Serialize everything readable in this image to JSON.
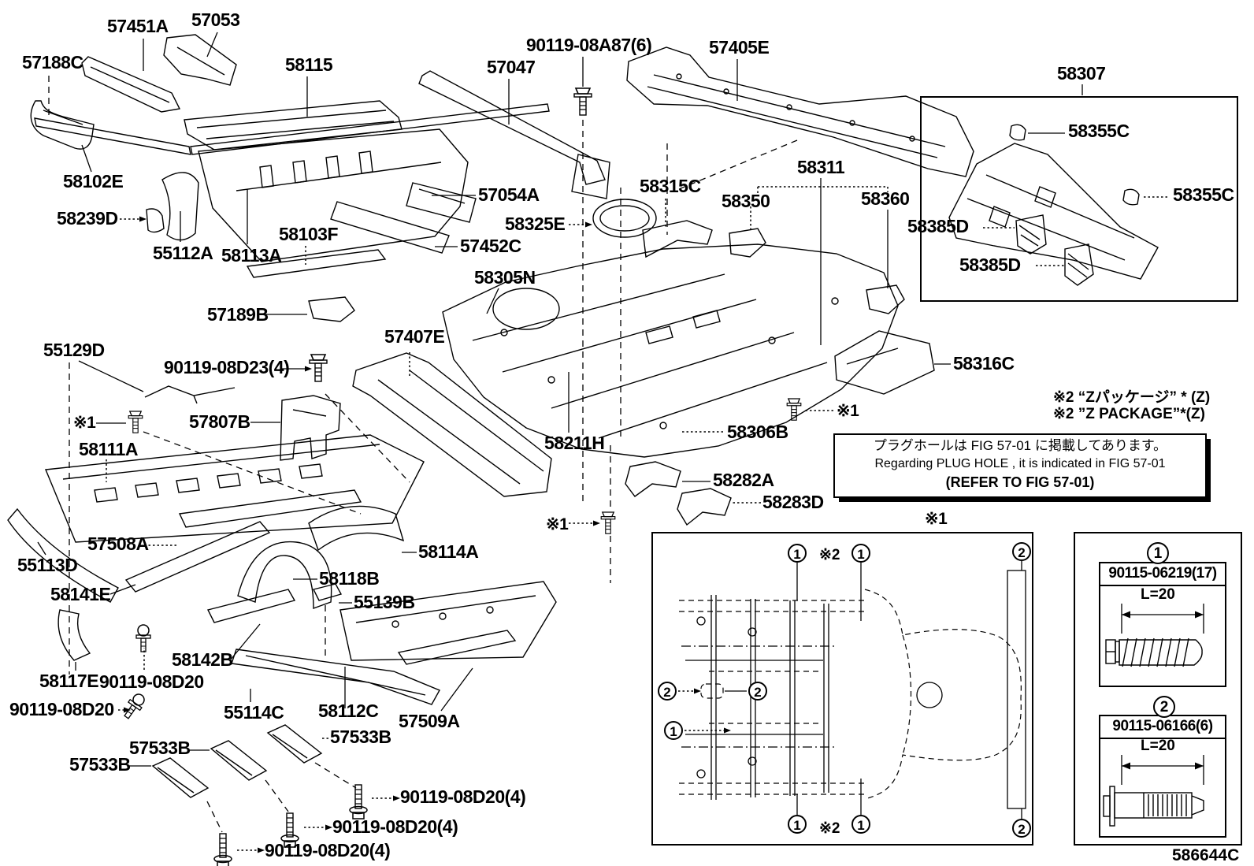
{
  "figure": {
    "code": "586644C"
  },
  "notes": {
    "z_package_jp": "※2 “Zパッケージ” * (Z)",
    "z_package_en": "※2 ”Z PACKAGE”*(Z)",
    "plug_jp": "プラグホールは FIG 57-01 に掲載してあります。",
    "plug_en": "Regarding PLUG HOLE , it is indicated in FIG 57-01",
    "plug_refer": "(REFER TO FIG 57-01)",
    "ref1": "※1",
    "ref2": "※2"
  },
  "insets": {
    "fastener1": {
      "num": "1",
      "part": "90115-06219(17)",
      "length": "L=20"
    },
    "fastener2": {
      "num": "2",
      "part": "90115-06166(6)",
      "length": "L=20"
    }
  },
  "plan": {
    "c1": "1",
    "c2": "2"
  },
  "labels": [
    {
      "t": "57451A"
    },
    {
      "t": "57053"
    },
    {
      "t": "57188C"
    },
    {
      "t": "58115"
    },
    {
      "t": "57047"
    },
    {
      "t": "90119-08A87(6)"
    },
    {
      "t": "57405E"
    },
    {
      "t": "58307"
    },
    {
      "t": "58355C"
    },
    {
      "t": "58355C"
    },
    {
      "t": "58385D"
    },
    {
      "t": "58385D"
    },
    {
      "t": "58102E"
    },
    {
      "t": "58239D"
    },
    {
      "t": "55112A"
    },
    {
      "t": "58113A"
    },
    {
      "t": "58103F"
    },
    {
      "t": "57054A"
    },
    {
      "t": "58325E"
    },
    {
      "t": "57452C"
    },
    {
      "t": "58315C"
    },
    {
      "t": "58350"
    },
    {
      "t": "58311"
    },
    {
      "t": "58360"
    },
    {
      "t": "57189B"
    },
    {
      "t": "55129D"
    },
    {
      "t": "90119-08D23(4)"
    },
    {
      "t": "※1"
    },
    {
      "t": "57807B"
    },
    {
      "t": "58111A"
    },
    {
      "t": "57407E"
    },
    {
      "t": "58305N"
    },
    {
      "t": "58211H"
    },
    {
      "t": "58306B"
    },
    {
      "t": "58316C"
    },
    {
      "t": "※1"
    },
    {
      "t": "58282A"
    },
    {
      "t": "58283D"
    },
    {
      "t": "※1"
    },
    {
      "t": "※1"
    },
    {
      "t": "57508A"
    },
    {
      "t": "55113D"
    },
    {
      "t": "58141E"
    },
    {
      "t": "58114A"
    },
    {
      "t": "58118B"
    },
    {
      "t": "55139B"
    },
    {
      "t": "58142B"
    },
    {
      "t": "58117E"
    },
    {
      "t": "90119-08D20"
    },
    {
      "t": "90119-08D20"
    },
    {
      "t": "55114C"
    },
    {
      "t": "58112C"
    },
    {
      "t": "57509A"
    },
    {
      "t": "57533B"
    },
    {
      "t": "57533B"
    },
    {
      "t": "57533B"
    },
    {
      "t": "90119-08D20(4)"
    },
    {
      "t": "90119-08D20(4)"
    },
    {
      "t": "90119-08D20(4)"
    }
  ]
}
